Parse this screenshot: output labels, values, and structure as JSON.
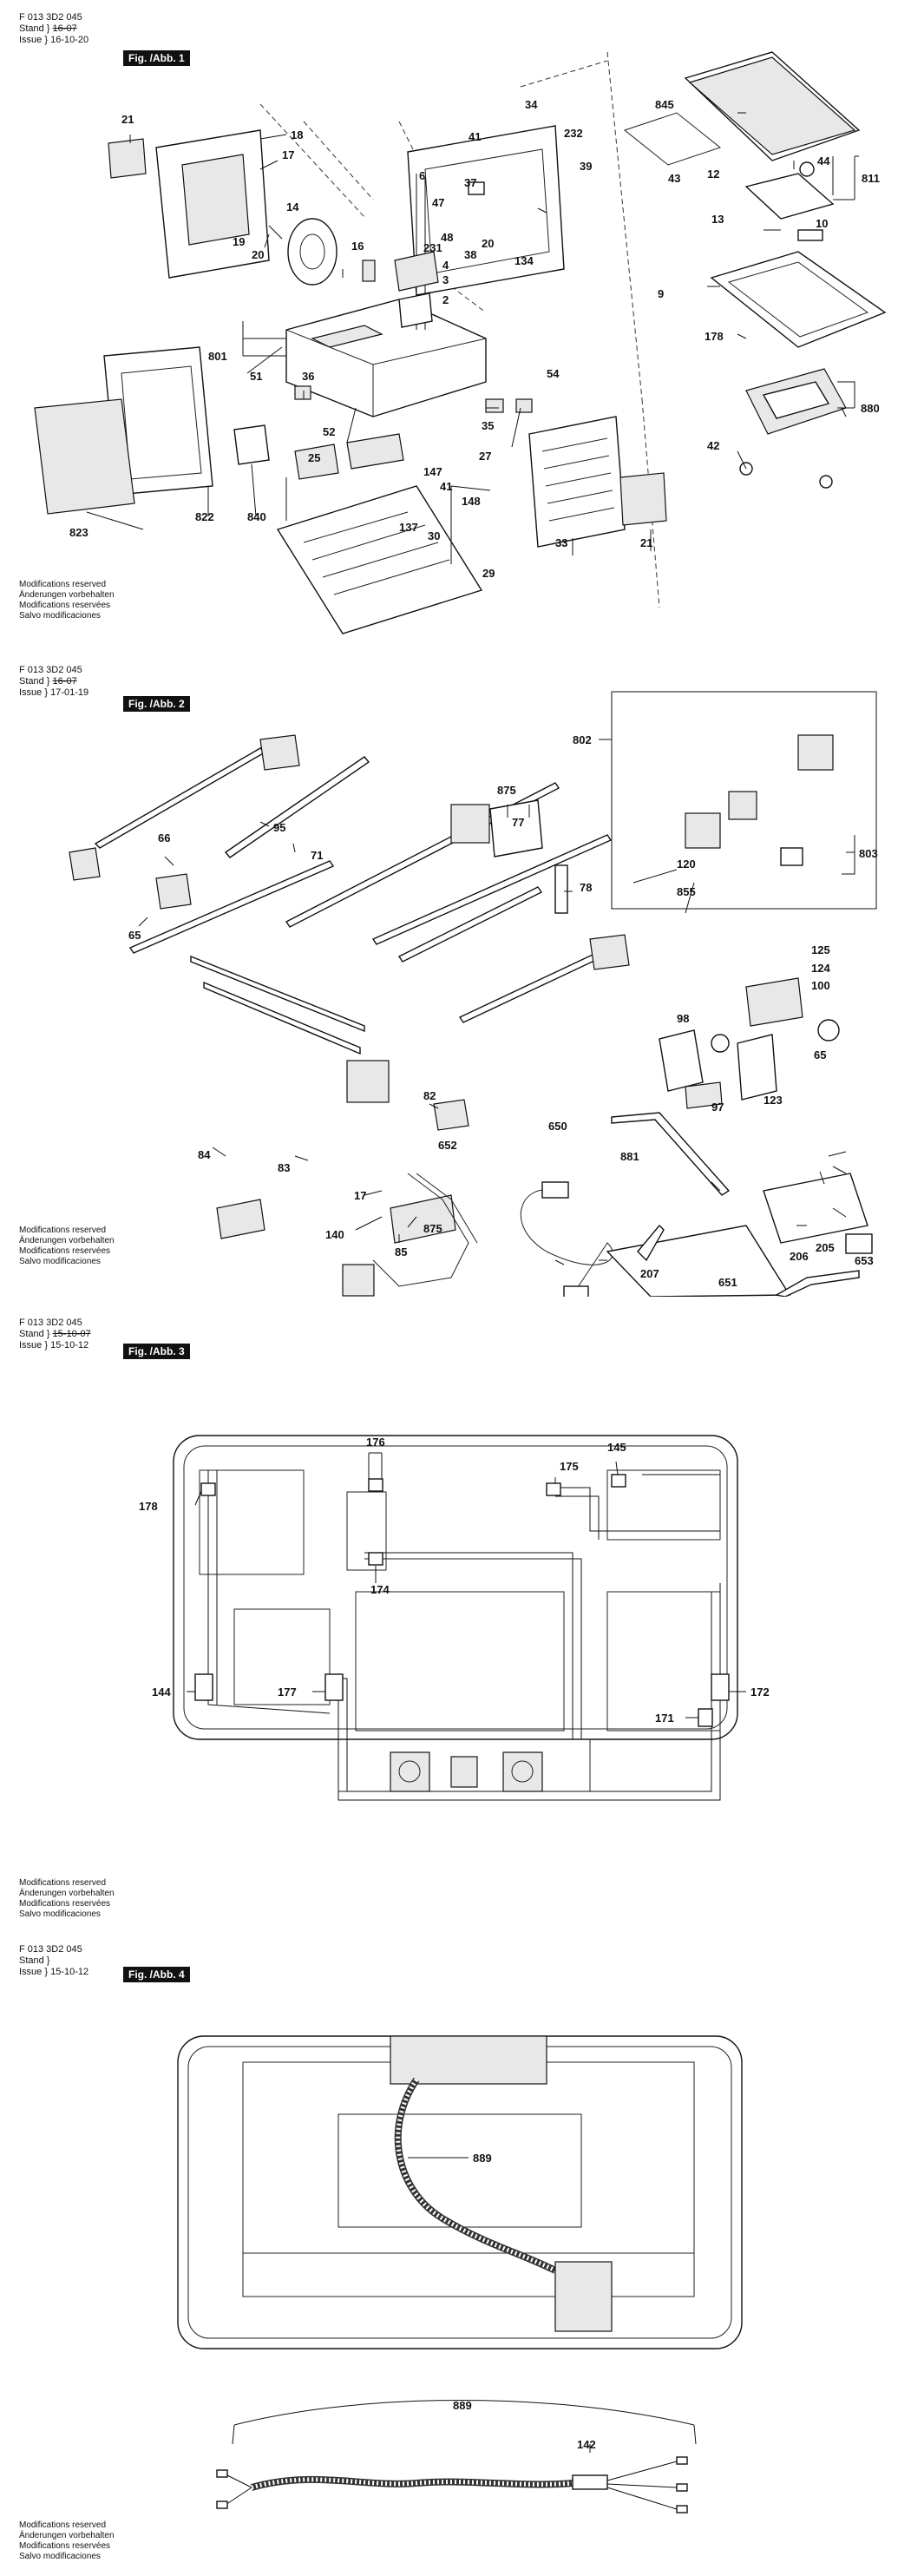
{
  "header": {
    "doc_number": "F 013 3D2 045",
    "stand_label": "Stand",
    "issue_label": "Issue"
  },
  "sheets": [
    {
      "fig_label": "Fig. /Abb. 1",
      "stand_date": "16-07",
      "issue_date": "16-10-20",
      "callouts": [
        "21",
        "18",
        "17",
        "14",
        "19",
        "20",
        "16",
        "801",
        "51",
        "36",
        "52",
        "25",
        "54",
        "35",
        "27",
        "147",
        "41",
        "148",
        "137",
        "30",
        "29",
        "33",
        "21",
        "822",
        "840",
        "823",
        "34",
        "41",
        "232",
        "39",
        "6",
        "37",
        "47",
        "48",
        "231",
        "3",
        "4",
        "2",
        "20",
        "134",
        "38",
        "845",
        "43",
        "12",
        "44",
        "811",
        "13",
        "10",
        "9",
        "178",
        "880",
        "42"
      ]
    },
    {
      "fig_label": "Fig. /Abb. 2",
      "stand_date": "16-07",
      "issue_date": "17-01-19",
      "callouts": [
        "66",
        "95",
        "71",
        "875",
        "77",
        "78",
        "65",
        "84",
        "83",
        "82",
        "17",
        "140",
        "875",
        "85",
        "802",
        "803",
        "120",
        "855",
        "125",
        "124",
        "100",
        "98",
        "65",
        "97",
        "123",
        "650",
        "652",
        "881",
        "205",
        "653",
        "206",
        "207",
        "651"
      ]
    },
    {
      "fig_label": "Fig. /Abb. 3",
      "stand_date": "15-10-07",
      "issue_date": "15-10-12",
      "callouts": [
        "176",
        "145",
        "175",
        "178",
        "174",
        "177",
        "144",
        "171",
        "172"
      ]
    },
    {
      "fig_label": "Fig. /Abb. 4",
      "stand_date": "",
      "issue_date": "15-10-12",
      "callouts": [
        "889",
        "889",
        "142"
      ]
    }
  ],
  "modifications": [
    "Modifications reserved",
    "Änderungen vorbehalten",
    "Modifications reservées",
    "Salvo modificaciones"
  ]
}
